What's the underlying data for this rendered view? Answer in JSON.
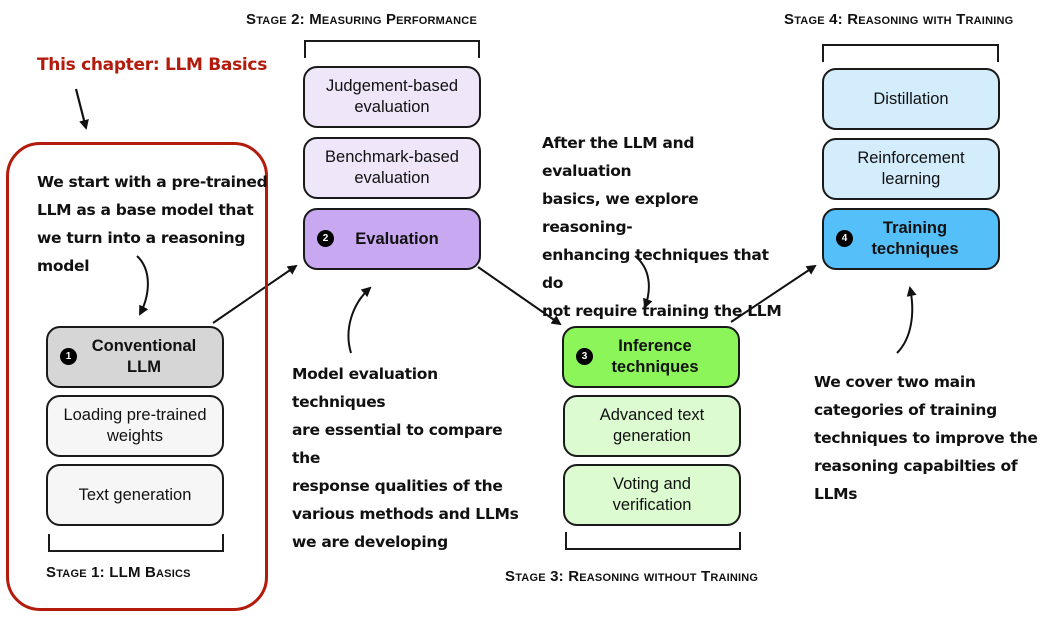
{
  "chapter_label": "This chapter: LLM Basics",
  "colors": {
    "chapter_red": "#b31b0d",
    "stage1_main": "#d6d6d6",
    "stage1_sub": "#f6f6f6",
    "stage2_main": "#c8a8f0",
    "stage2_sub": "#efe6fa",
    "stage3_main": "#8cf55a",
    "stage3_sub": "#dcfbd0",
    "stage4_main": "#55bff9",
    "stage4_sub": "#d4edfc"
  },
  "stages": [
    {
      "id": 1,
      "title": "Stage 1: LLM Basics",
      "main": {
        "badge": "1",
        "label_line1": "Conventional",
        "label_line2": "LLM"
      },
      "subs": [
        {
          "line1": "Loading pre-trained",
          "line2": "weights"
        },
        {
          "line1": "Text generation",
          "line2": ""
        }
      ],
      "note_lines": [
        "We start with a pre-trained",
        "LLM as a base model that",
        "we turn into a reasoning",
        "model"
      ]
    },
    {
      "id": 2,
      "title": "Stage 2: Measuring Performance",
      "main": {
        "badge": "2",
        "label_line1": "Evaluation",
        "label_line2": ""
      },
      "subs": [
        {
          "line1": "Judgement-based",
          "line2": "evaluation"
        },
        {
          "line1": "Benchmark-based",
          "line2": "evaluation"
        }
      ],
      "note_lines": [
        "Model evaluation techniques",
        "are essential to compare the",
        "response qualities of the",
        "various methods and LLMs",
        "we are developing"
      ]
    },
    {
      "id": 3,
      "title": "Stage 3: Reasoning without Training",
      "main": {
        "badge": "3",
        "label_line1": "Inference",
        "label_line2": "techniques"
      },
      "subs": [
        {
          "line1": "Advanced text",
          "line2": "generation"
        },
        {
          "line1": "Voting and",
          "line2": "verification"
        }
      ],
      "note_lines": [
        "After the LLM and evaluation",
        "basics, we explore reasoning-",
        "enhancing techniques that do",
        "not require training the LLM"
      ]
    },
    {
      "id": 4,
      "title": "Stage 4: Reasoning with Training",
      "main": {
        "badge": "4",
        "label_line1": "Training",
        "label_line2": "techniques"
      },
      "subs": [
        {
          "line1": "Distillation",
          "line2": ""
        },
        {
          "line1": "Reinforcement",
          "line2": "learning"
        }
      ],
      "note_lines": [
        "We cover two main",
        "categories of training",
        "techniques to improve the",
        "reasoning capabilties of",
        "LLMs"
      ]
    }
  ]
}
